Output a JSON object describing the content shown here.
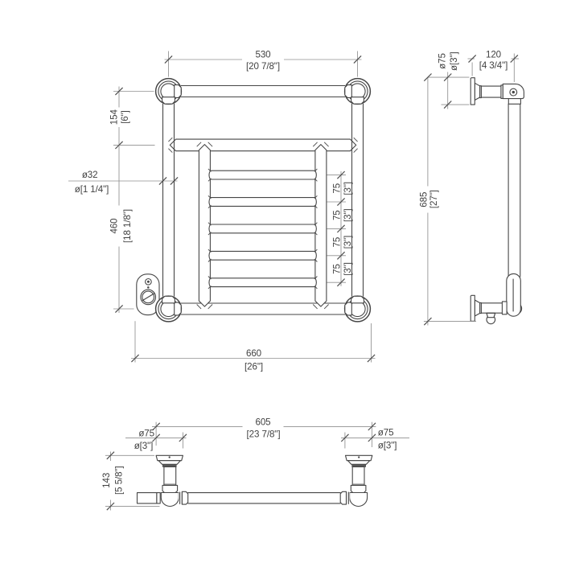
{
  "drawing": {
    "type": "technical-dimension-drawing",
    "subject": "wall-mounted towel warmer radiator",
    "background_color": "#ffffff",
    "object_line_color": "#464646",
    "dimension_line_color": "#8f8f8f",
    "text_color": "#424242",
    "views": {
      "front": {
        "label": "front-elevation",
        "dims": {
          "rail_centres": {
            "mm": "530",
            "in": "[20 7/8\"]"
          },
          "top_drop": {
            "mm": "154",
            "in": "[6\"]"
          },
          "tube_diameter": {
            "mm": "ø32",
            "in": "ø[1 1/4\"]"
          },
          "frame_height": {
            "mm": "460",
            "in": "[18 1/8\"]"
          },
          "overall_width": {
            "mm": "660",
            "in": "[26\"]"
          },
          "rung_pitch": {
            "mm": "75",
            "in": "[3\"]"
          }
        }
      },
      "side": {
        "label": "side-elevation",
        "dims": {
          "flange_diameter": {
            "mm": "ø75",
            "in": "ø[3\"]"
          },
          "projection": {
            "mm": "120",
            "in": "[4 3/4\"]"
          },
          "overall_height": {
            "mm": "685",
            "in": "[27\"]"
          }
        }
      },
      "bottom": {
        "label": "bottom-plan",
        "dims": {
          "flange_outer_span": {
            "mm": "605",
            "in": "[23 7/8\"]"
          },
          "flange_diameter_left": {
            "mm": "ø75",
            "in": "ø[3\"]"
          },
          "flange_diameter_right": {
            "mm": "ø75",
            "in": "ø[3\"]"
          },
          "wall_projection": {
            "mm": "143",
            "in": "[5 5/8\"]"
          }
        }
      }
    }
  }
}
